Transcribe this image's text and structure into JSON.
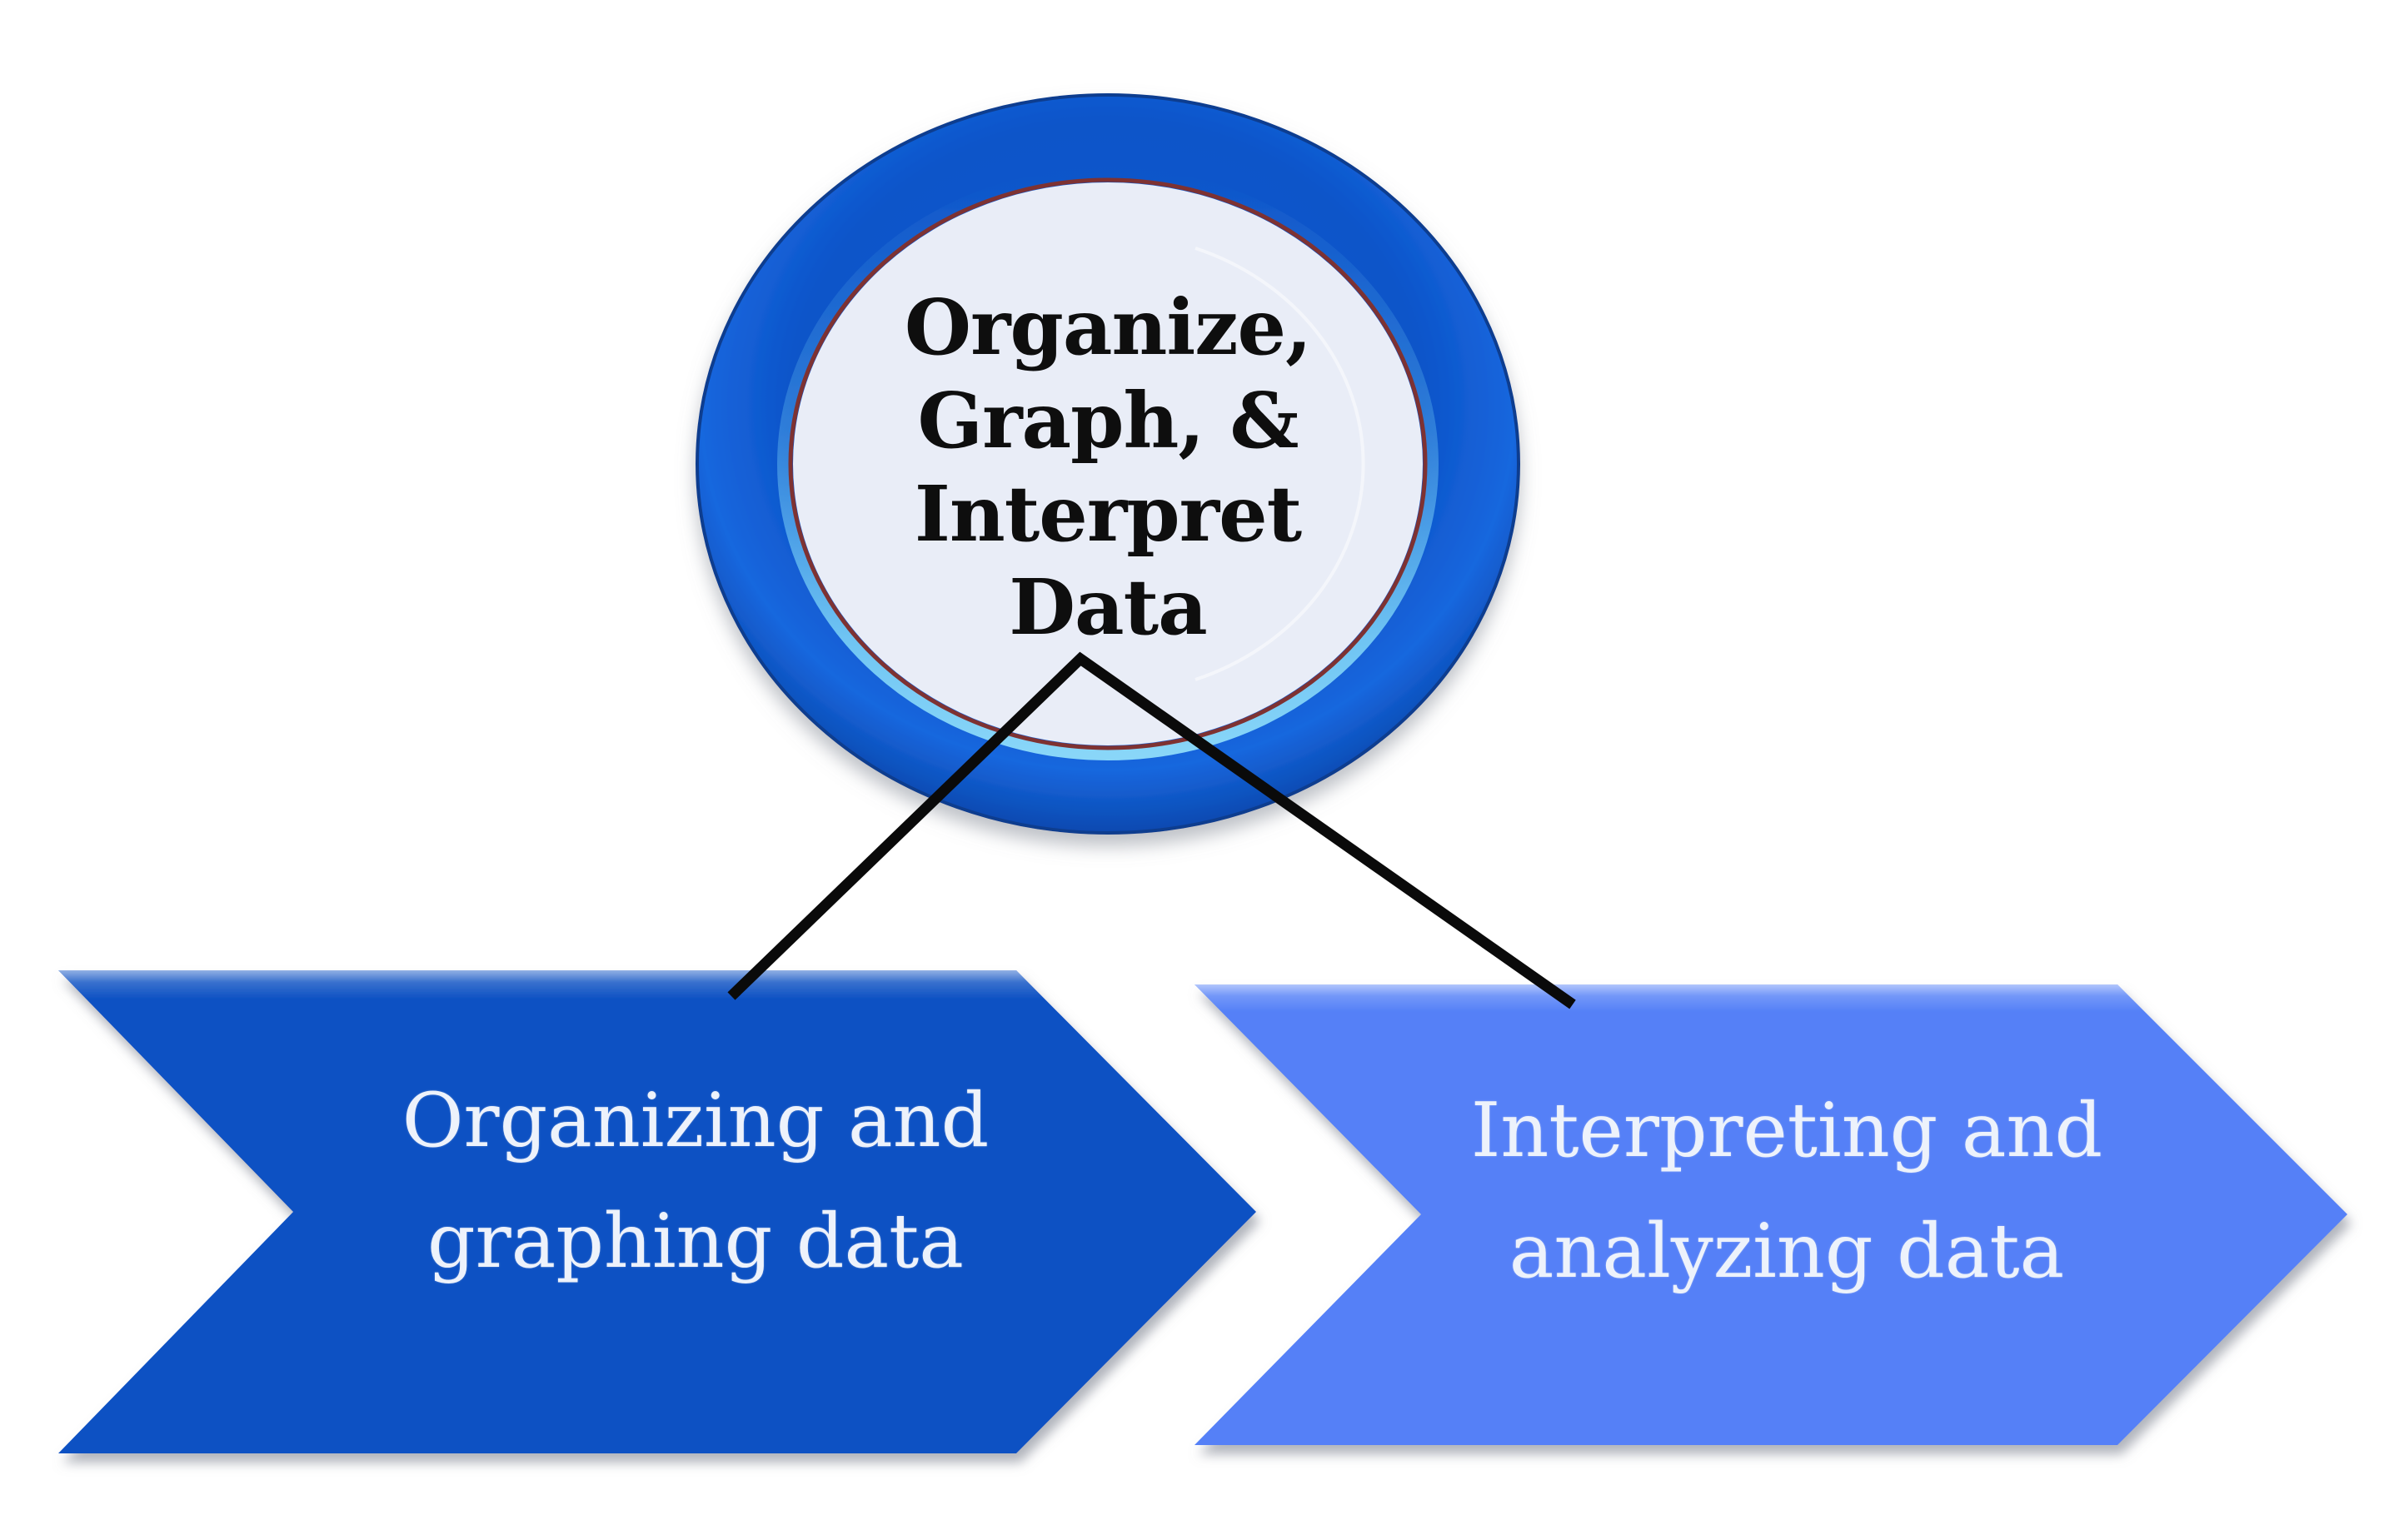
{
  "diagram": {
    "background_color": "#ffffff",
    "center_circle": {
      "label": "Organize, Graph, & Interpret Data",
      "lines": [
        "Organize,",
        "Graph, &",
        "Interpret",
        "Data"
      ],
      "colors": {
        "ring_blue": "#0d54c9",
        "ring_outline": "#0e3d8f",
        "ring_highlight_cyan": "#7fd6f8",
        "thin_inner_ring_maroon": "#7e3333",
        "inner_fill": "#e9edf7",
        "text": "#0e0e0e"
      }
    },
    "connector": {
      "color": "#0a0a0a"
    },
    "arrows": {
      "left": {
        "label": "Organizing and graphing data",
        "lines": [
          "Organizing and",
          "graphing data"
        ],
        "fill": "#0d51c3",
        "text_color": "#edf2fb"
      },
      "right": {
        "label": "Interpreting and analyzing data",
        "lines": [
          "Interpreting and",
          "analyzing data"
        ],
        "fill": "#5480f7",
        "text_color": "#edf2fb"
      }
    }
  }
}
